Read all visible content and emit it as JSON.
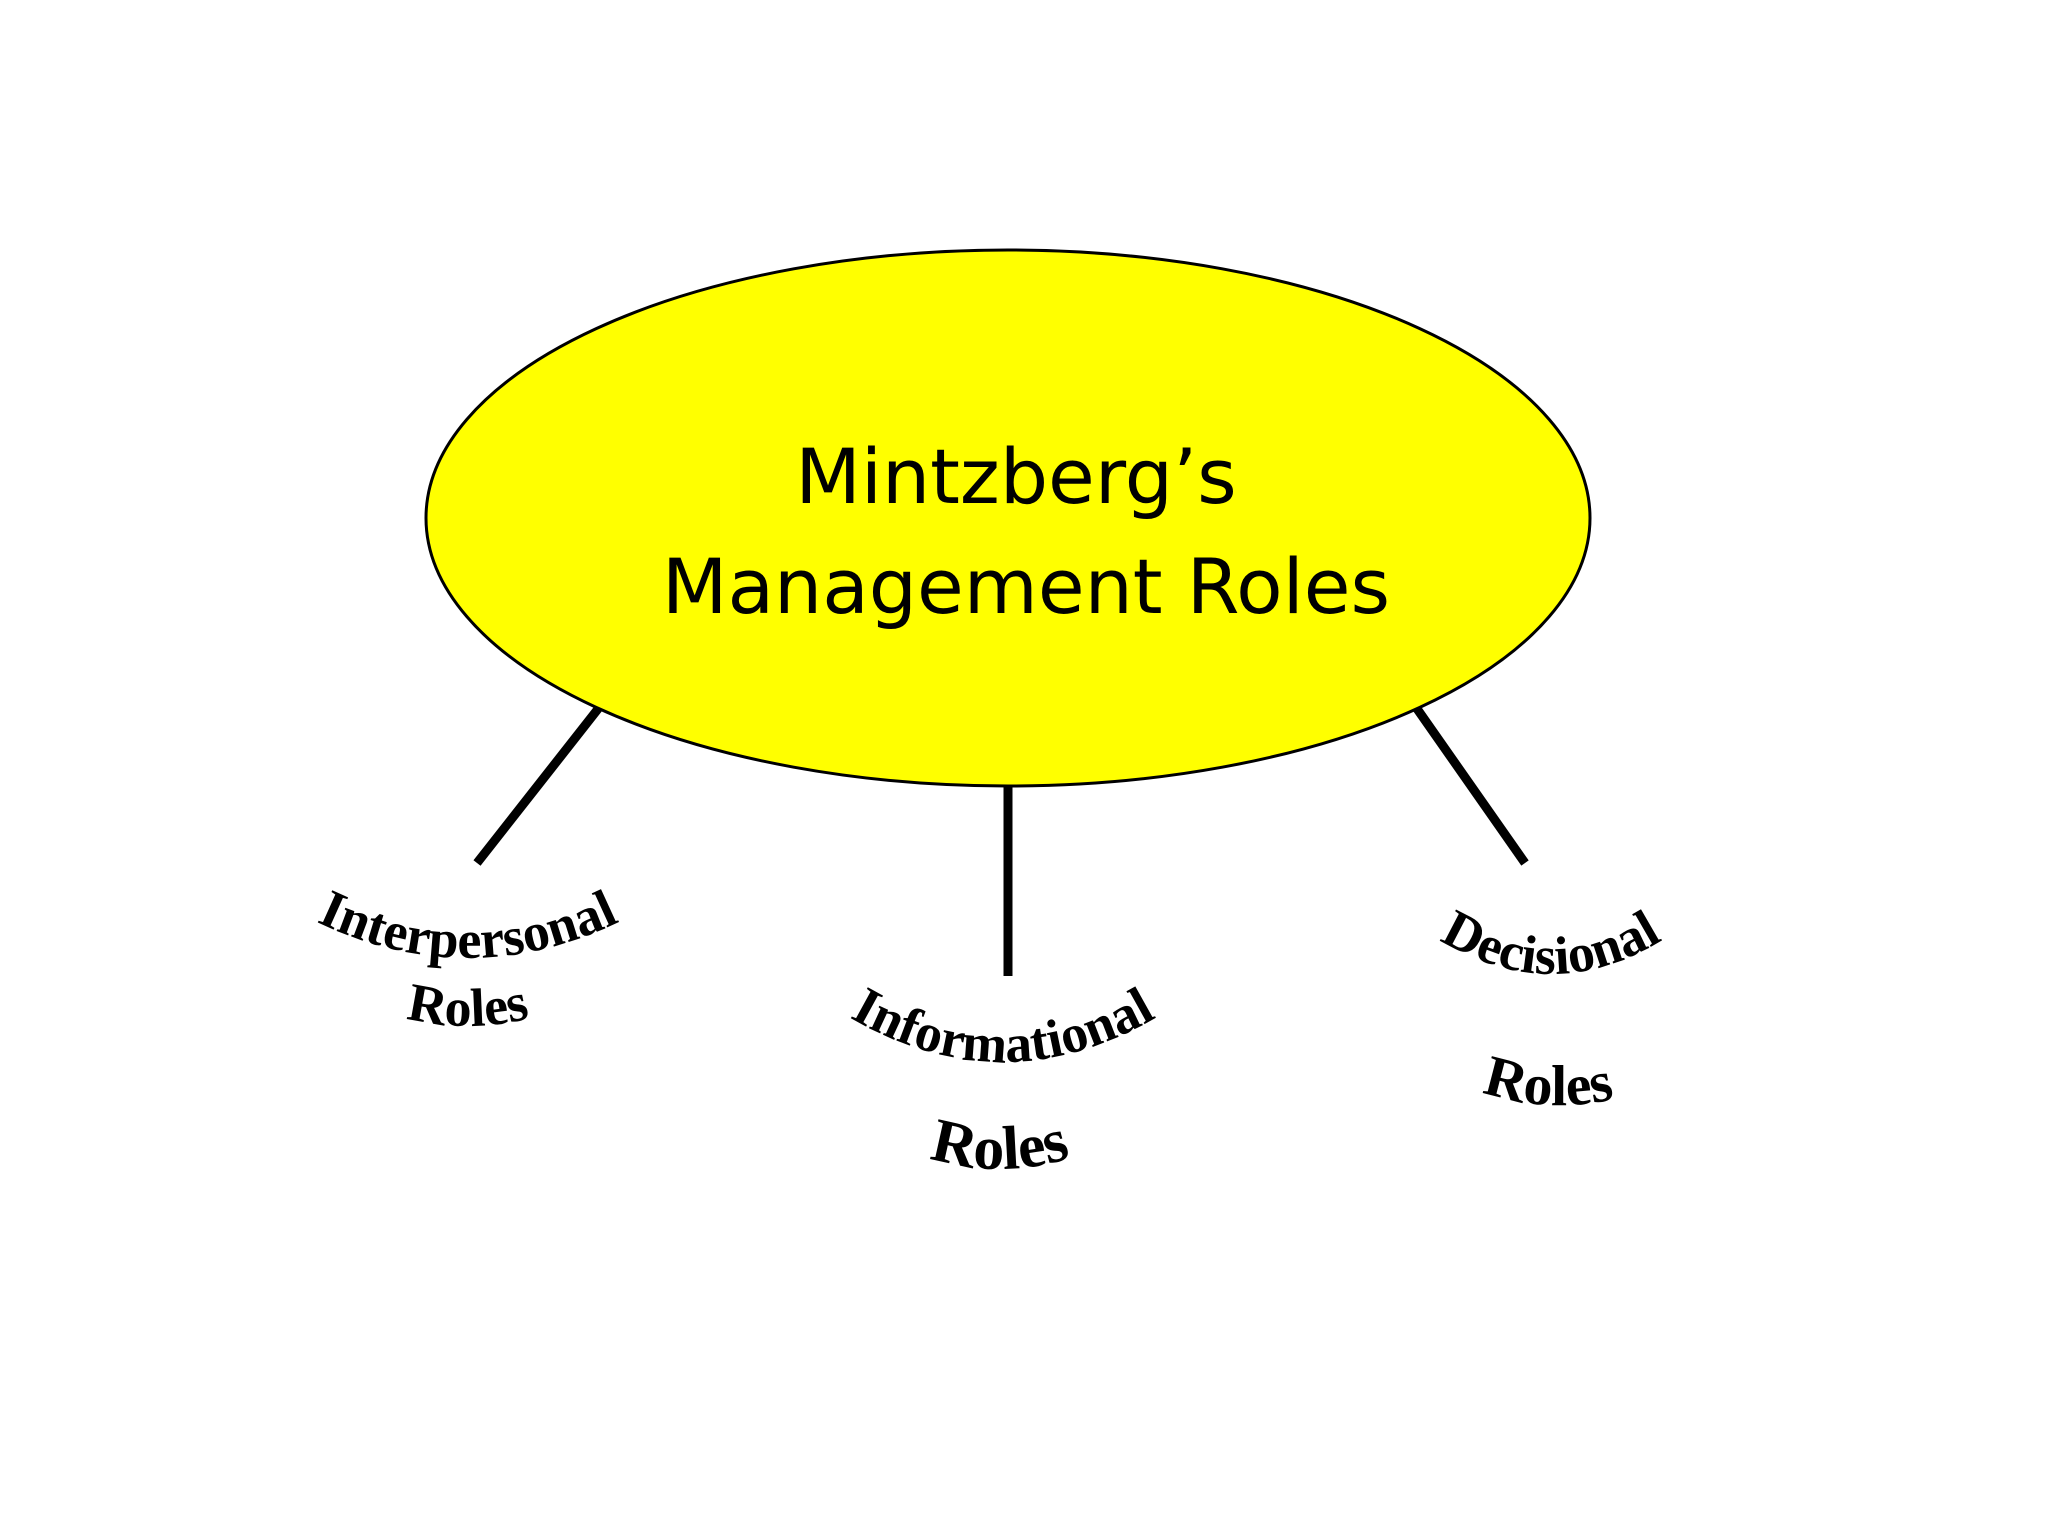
{
  "slide": {
    "background": "#ffffff"
  },
  "colors": {
    "ellipse_fill": "#ffff00",
    "ellipse_stroke": "#000000",
    "text": "#000000",
    "connector": "#000000"
  },
  "central_ellipse": {
    "title_line1": "Mintzberg’s",
    "title_line2": "Management Roles"
  },
  "branches": [
    {
      "line1": "Interpersonal",
      "line2": "Roles"
    },
    {
      "line1": "Informational",
      "line2": "Roles"
    },
    {
      "line1": "Decisional",
      "line2": "Roles"
    }
  ]
}
